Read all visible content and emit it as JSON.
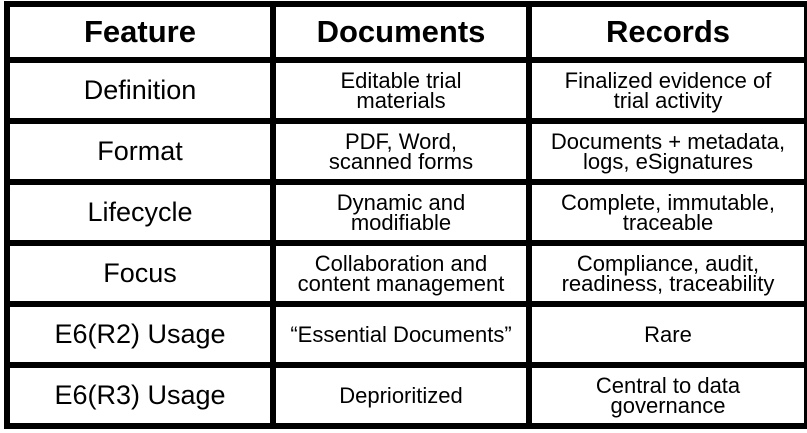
{
  "headers": [
    "Feature",
    "Documents",
    "Records"
  ],
  "rows": [
    {
      "feature": "Definition",
      "documents": [
        "Editable trial",
        "materials"
      ],
      "records": [
        "Finalized evidence of",
        "trial activity"
      ]
    },
    {
      "feature": "Format",
      "documents": [
        "PDF, Word,",
        "scanned forms"
      ],
      "records": [
        "Documents + metadata,",
        "logs, eSignatures"
      ]
    },
    {
      "feature": "Lifecycle",
      "documents": [
        "Dynamic and",
        "modifiable"
      ],
      "records": [
        "Complete, immutable,",
        "traceable"
      ]
    },
    {
      "feature": "Focus",
      "documents": [
        "Collaboration and",
        "content management"
      ],
      "records": [
        "Compliance, audit,",
        "readiness, traceability"
      ]
    },
    {
      "feature": "E6(R2) Usage",
      "documents": [
        "“Essential Documents”"
      ],
      "records": [
        "Rare"
      ]
    },
    {
      "feature": "E6(R3) Usage",
      "documents": [
        "Deprioritized"
      ],
      "records": [
        "Central to data",
        "governance"
      ]
    }
  ]
}
